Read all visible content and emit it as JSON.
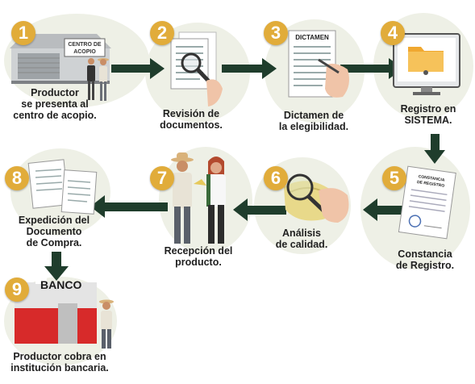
{
  "colors": {
    "arrow": "#1f3d2c",
    "badge": "#e1ac3a",
    "blob": "#eef0e6",
    "bank_red": "#d72a2a"
  },
  "steps": [
    {
      "number": "1",
      "lines": [
        "Productor",
        "se presenta al",
        "centro de acopio."
      ],
      "sign": [
        "CENTRO DE",
        "ACOPIO"
      ]
    },
    {
      "number": "2",
      "lines": [
        "Revisión de",
        "documentos."
      ]
    },
    {
      "number": "3",
      "lines": [
        "Dictamen de",
        "la elegibilidad."
      ],
      "doc_title": "DICTAMEN"
    },
    {
      "number": "4",
      "lines": [
        "Registro en",
        "SISTEMA."
      ]
    },
    {
      "number": "5",
      "lines": [
        "Constancia",
        "de Registro."
      ],
      "doc_title": [
        "CONSTANCIA",
        "DE REGISTRO"
      ]
    },
    {
      "number": "6",
      "lines": [
        "Análisis",
        "de calidad."
      ]
    },
    {
      "number": "7",
      "lines": [
        "Recepción del",
        "producto."
      ]
    },
    {
      "number": "8",
      "lines": [
        "Expedición del",
        "Documento",
        "de Compra."
      ]
    },
    {
      "number": "9",
      "lines": [
        "Productor cobra en",
        "institución bancaria."
      ],
      "sign": "BANCO"
    }
  ]
}
